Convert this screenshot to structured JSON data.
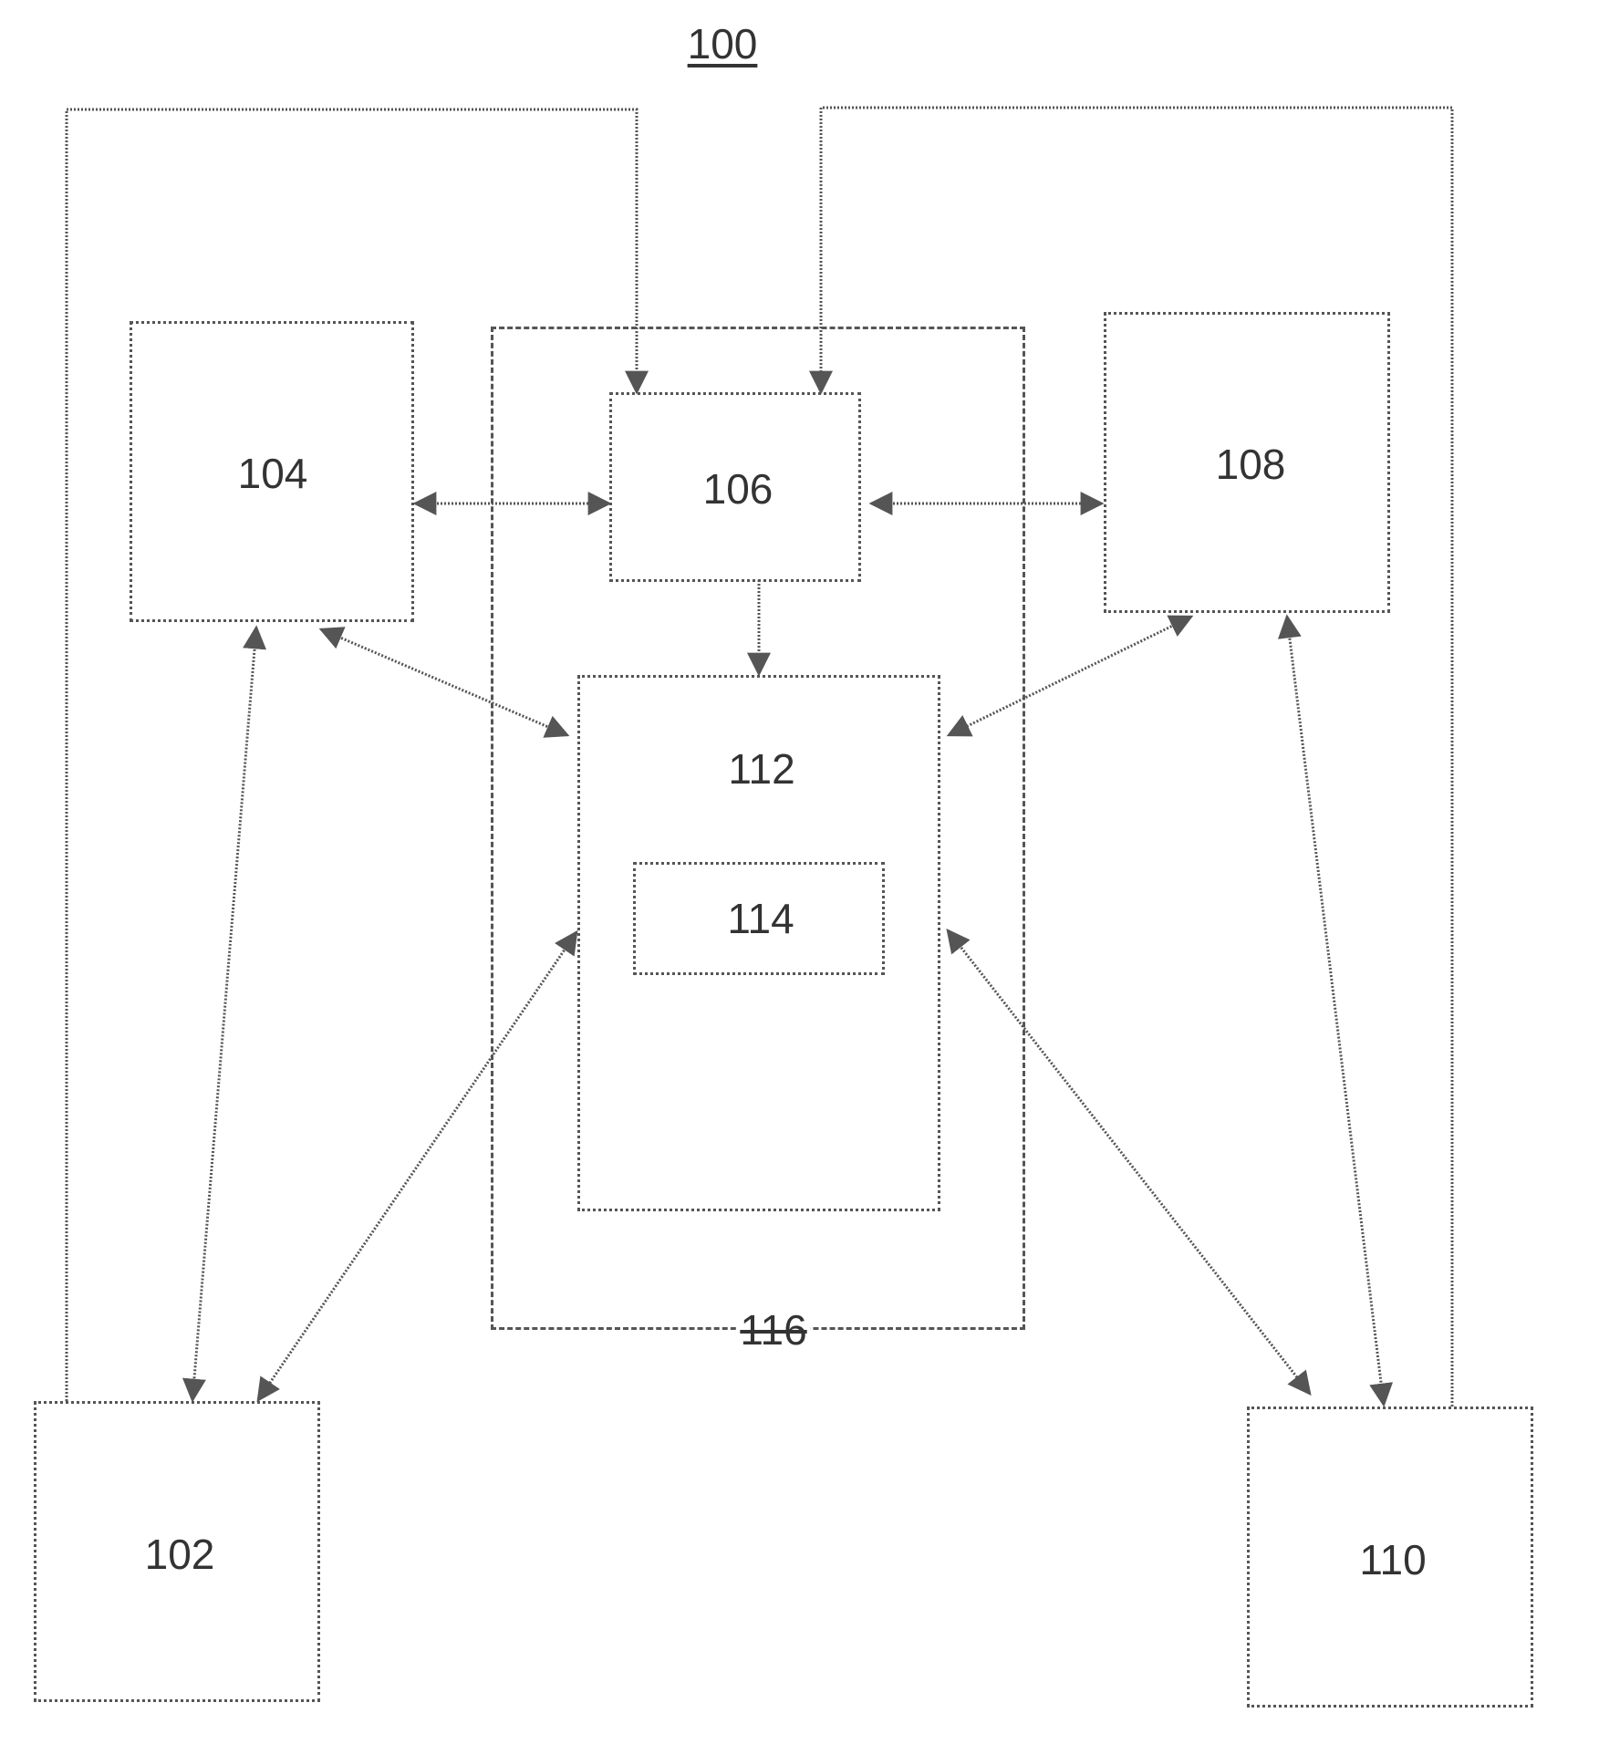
{
  "figure": {
    "title": "100",
    "blocks": {
      "b102": "102",
      "b104": "104",
      "b106": "106",
      "b108": "108",
      "b110": "110",
      "b112": "112",
      "b114": "114"
    },
    "enclosure": "116"
  },
  "colors": {
    "line": "#555555",
    "text": "#333333"
  }
}
